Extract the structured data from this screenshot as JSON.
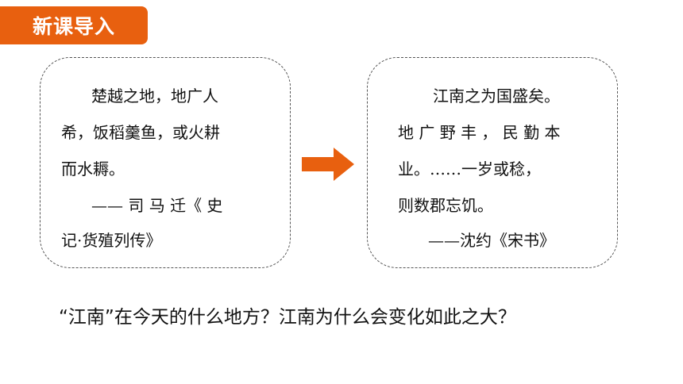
{
  "header": {
    "title": "新课导入"
  },
  "left_quote": {
    "lines": [
      "楚越之地，地广人",
      "希，饭稻羹鱼，或火耕",
      "而水耨。",
      "—— 司 马 迁《 史",
      "记·货殖列传》"
    ]
  },
  "right_quote": {
    "lines": [
      "江南之为国盛矣。",
      "地 广 野 丰 ， 民 勤 本",
      "业。……一岁或稔，",
      "则数郡忘饥。",
      "——沈约《宋书》"
    ]
  },
  "question": "“江南”在今天的什么地方？江南为什么会变化如此之大？",
  "colors": {
    "accent": "#e8600f"
  }
}
